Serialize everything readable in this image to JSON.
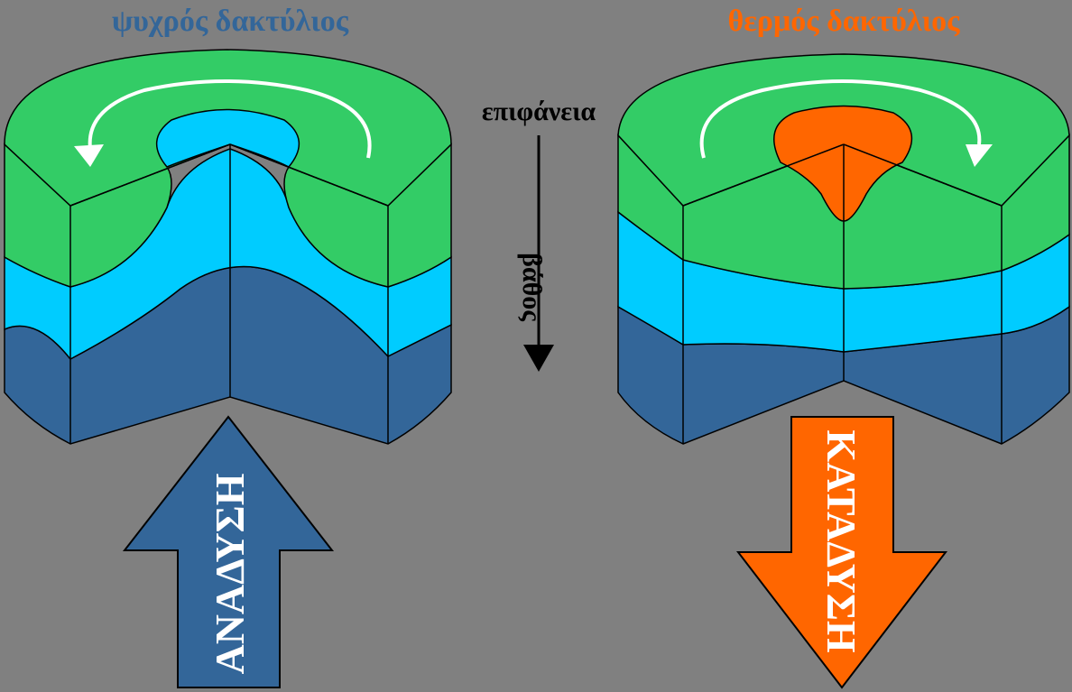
{
  "cold_ring": {
    "title": "ψυχρός δακτύλιος",
    "arrow_label": "ΑΝΑΔΥΣΗ"
  },
  "warm_ring": {
    "title": "θερμός δακτύλιος",
    "arrow_label": "ΚΑΤΑΔΥΣΗ"
  },
  "axis": {
    "surface_label": "επιφάνεια",
    "depth_label": "βάθος"
  },
  "colors": {
    "background": "#808080",
    "surface_layer": "#33cc66",
    "middle_layer": "#00ccff",
    "deep_layer": "#336699",
    "cold_title": "#336699",
    "warm_title": "#ff6600",
    "warm_core": "#ff6600",
    "circulation_arrow": "#ffffff"
  }
}
